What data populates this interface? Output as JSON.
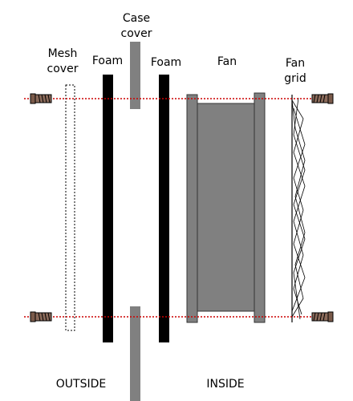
{
  "labels": {
    "mesh_cover": [
      "Mesh",
      "cover"
    ],
    "foam_left": "Foam",
    "case_cover": [
      "Case",
      "cover"
    ],
    "foam_right": "Foam",
    "fan": "Fan",
    "fan_grid": [
      "Fan",
      "grid"
    ],
    "outside": "OUTSIDE",
    "inside": "INSIDE"
  },
  "colors": {
    "foam": "#000000",
    "case_cover": "#808080",
    "fan_frame": "#808080",
    "fan_body": "#808080",
    "screw_line": "#cc0000",
    "screw_body": "#8a6a5a"
  },
  "icons": {
    "screw": "screw-icon"
  }
}
